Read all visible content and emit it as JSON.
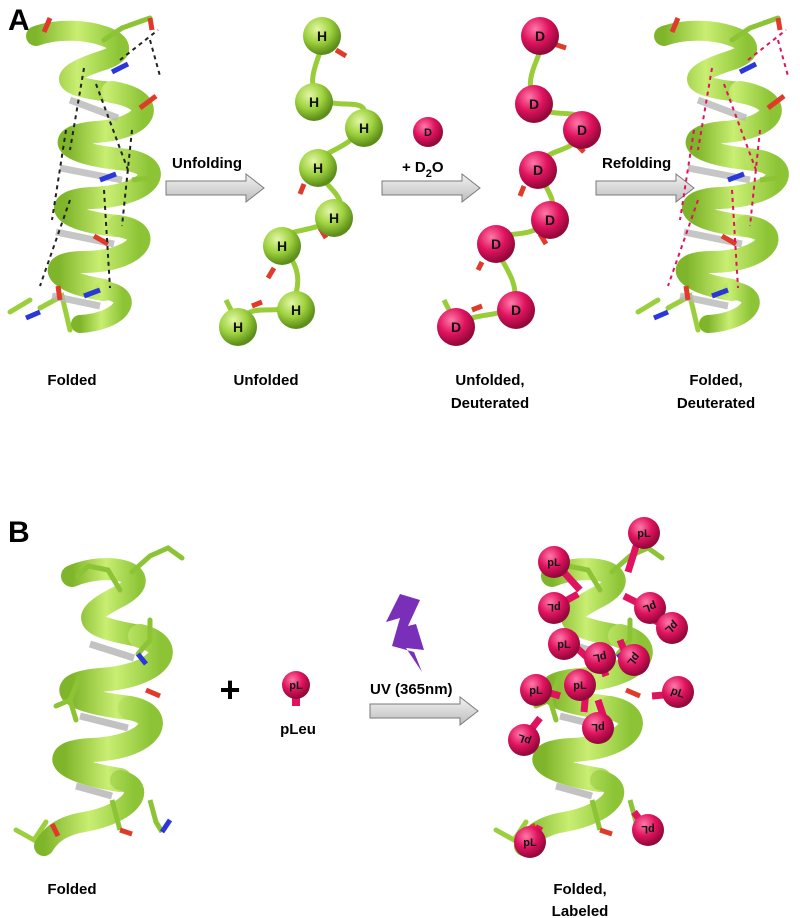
{
  "panel_a": {
    "label": "A",
    "captions": {
      "folded": "Folded",
      "unfolded": "Unfolded",
      "unfolded_deut_1": "Unfolded,",
      "unfolded_deut_2": "Deuterated",
      "folded_deut_1": "Folded,",
      "folded_deut_2": "Deuterated"
    },
    "arrows": {
      "unfolding": "Unfolding",
      "d2o_prefix": "+ D",
      "d2o_sub": "2",
      "d2o_suffix": "O",
      "refolding": "Refolding"
    },
    "ball_h": "H",
    "ball_d": "D"
  },
  "panel_b": {
    "label": "B",
    "captions": {
      "folded": "Folded",
      "labeled_1": "Folded,",
      "labeled_2": "Labeled"
    },
    "plus": "+",
    "reagent_name": "pLeu",
    "reagent_symbol": "pL",
    "uv_label": "UV (365nm)"
  },
  "colors": {
    "helix": "#a8d84a",
    "helix_dark": "#7fb52a",
    "magenta": "#e0135f",
    "oxygen": "#e03a2a",
    "nitrogen": "#2a38d8",
    "lightning": "#7a2fb8",
    "arrow_fill": "#d8d8d8"
  }
}
